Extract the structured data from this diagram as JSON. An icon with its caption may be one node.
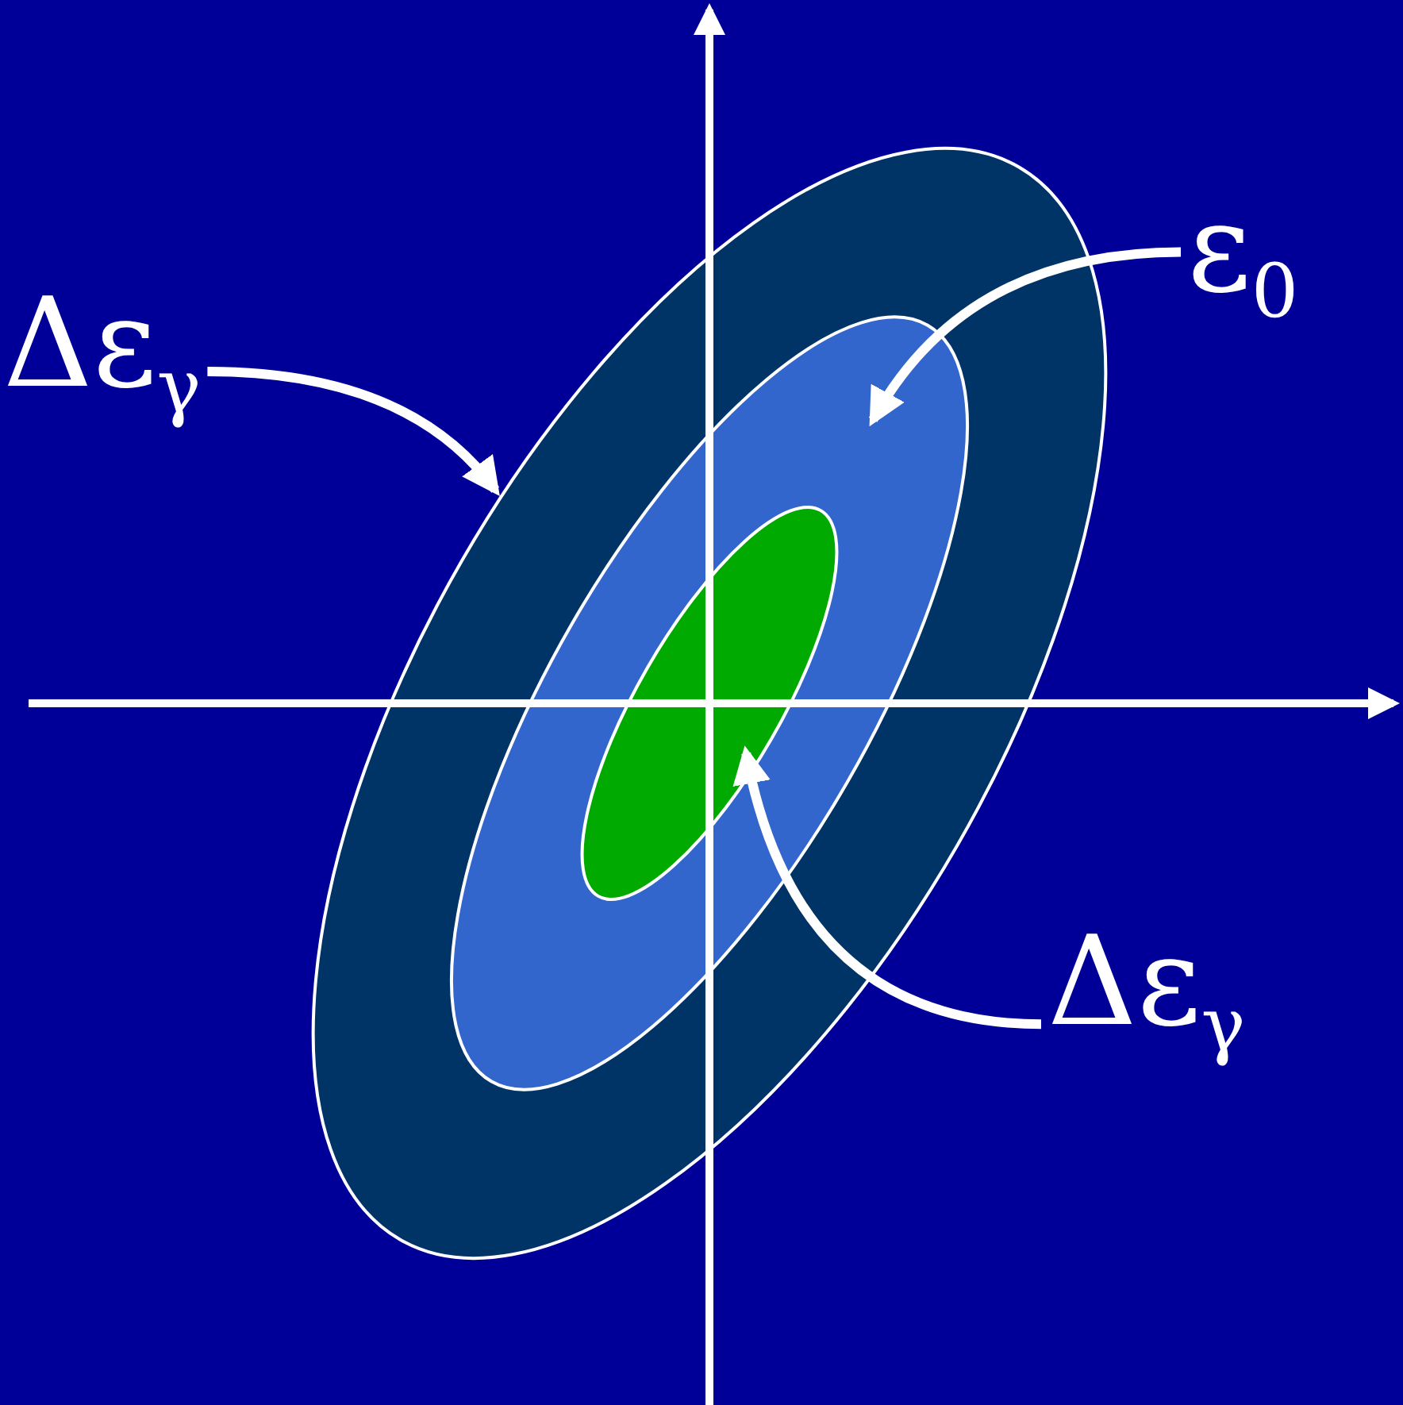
{
  "diagram": {
    "nodes": [
      {
        "text": [
          "Δε$_{γ}$"
        ]
      },
      {
        "text": [
          "ε$_{0}$"
        ]
      },
      {
        "text": [],
        "shape": "ellipse"
      },
      {
        "text": [],
        "shape": "ellipse",
        "in": 2
      },
      {
        "text": [],
        "shape": "ellipse",
        "in": 3
      },
      {
        "text": [
          "Δε$_{γ}$"
        ]
      }
    ],
    "edges": [
      {
        "from": 0,
        "to": 2,
        "arrow": "to"
      },
      {
        "from": 1,
        "to": 3,
        "arrow": "to"
      },
      {
        "from": 5,
        "to": 4,
        "arrow": "to"
      }
    ]
  }
}
